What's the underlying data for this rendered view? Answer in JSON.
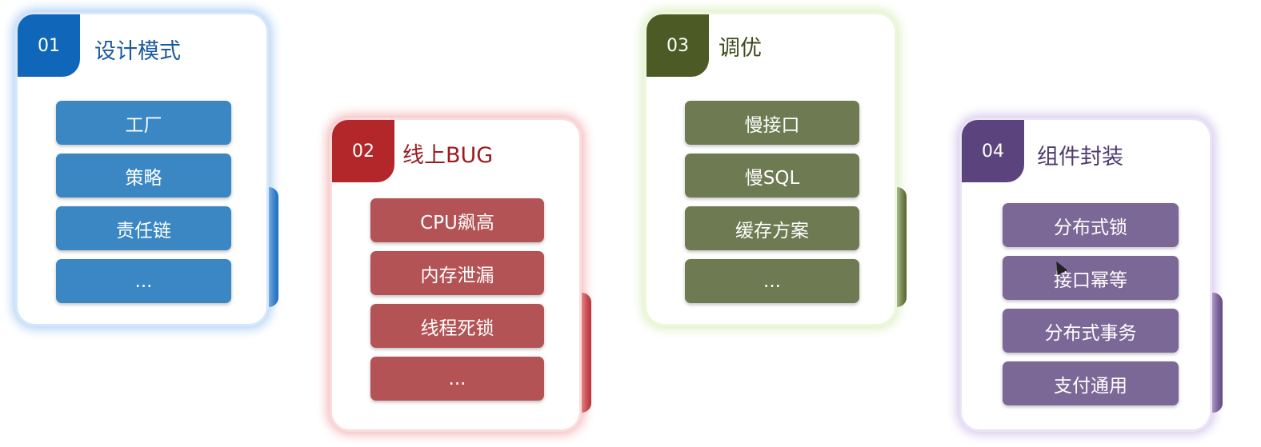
{
  "cards": [
    {
      "number": "01",
      "title": "设计模式",
      "color": "#1066b9",
      "item_color": "#3a87c3",
      "title_color": "#1a5aa0",
      "items": [
        "工厂",
        "策略",
        "责任链",
        "..."
      ]
    },
    {
      "number": "02",
      "title": "线上BUG",
      "color": "#b3272b",
      "item_color": "#b45355",
      "title_color": "#9b1c20",
      "items": [
        "CPU飙高",
        "内存泄漏",
        "线程死锁",
        "..."
      ]
    },
    {
      "number": "03",
      "title": "调优",
      "color": "#4c5a25",
      "item_color": "#6e7a51",
      "title_color": "#3d4a1a",
      "items": [
        "慢接口",
        "慢SQL",
        "缓存方案",
        "..."
      ]
    },
    {
      "number": "04",
      "title": "组件封装",
      "color": "#5b447d",
      "item_color": "#7c6896",
      "title_color": "#4e3a70",
      "items": [
        "分布式锁",
        "接口幂等",
        "分布式事务",
        "支付通用"
      ]
    }
  ]
}
